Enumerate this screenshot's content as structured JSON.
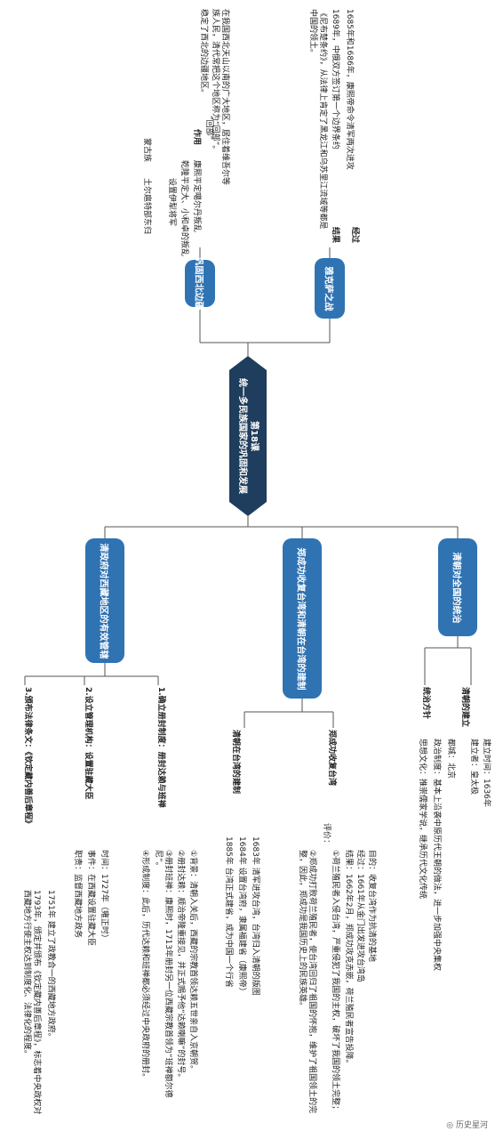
{
  "central": {
    "line1": "第18课",
    "line2": "统一多民族国家的巩固和发展"
  },
  "branches": {
    "b1": "清朝对全国的统治",
    "b2": "郑成功收复台湾和清朝在台湾的建制",
    "b3": "清政府对西藏地区的有效管辖",
    "b4": "雅克萨之战",
    "b5": "巩固西北边疆"
  },
  "b1": {
    "sub1": "清朝的建立",
    "sub2": "统治方针",
    "items": [
      "建立时间：1636年",
      "建立者：皇太极",
      "都城：北京",
      "政治制度：基本上沿袭中原历代王朝的做法，进一步加强中央集权",
      "思想文化：推崇儒家学说，继承历代文化传统"
    ]
  },
  "b2": {
    "sub1": "郑成功收复台湾",
    "sub2": "清朝在台湾的建制",
    "items": [
      "目的：收复台湾作为抗清的基地",
      "经过：1661年从金门出发进攻台湾岛",
      "结果：1662年2月，郑成功攻克赤嵌，荷兰殖民者宣告投降。",
      "评价：",
      "①荷兰殖民者入侵台湾，严重侵犯了我国的主权，破坏了我国的领土完整；",
      "②郑成功打败荷兰殖民者，使台湾回归了祖国的怀抱，维护了祖国领土的完整，因此，郑成功是我国历史上的民族英雄。",
      "1683年   清军进攻台湾，台湾归入清朝的版图",
      "1684年   设置台湾府，隶属福建省（康熙帝）",
      "1885年   台湾正式建省，成为中国一个行省"
    ]
  },
  "b3": {
    "sub1": "1.确立册封制度：册封达赖与班禅",
    "sub2": "2.设立管理机构：设置驻藏大臣",
    "sub3": "3.颁布法律条文：《钦定藏内善后章程》",
    "items": [
      "①背景：清朝入关后，西藏的宗教首领达赖五世亲自入京朝贺。",
      "②册封达赖：顺治帝隆重接见，并正式赐予他“达赖喇嘛”的封号。",
      "③册封班禅：康熙时，1713年册封另一位西藏宗教首领为“班禅额尔德尼”。",
      "④形成制度：此后，历代达赖和班禅都必须经过中央政府的册封。",
      "时间：1727年（雍正时）",
      "事件：在西藏设置驻藏大臣",
      "职责：监督西藏地方政务",
      "1751年   建立了政教合一的西藏地方政府。",
      "1793年，颁定并颁布《钦定藏内善后章程》，标志着中央政权对西藏地方行使主权达到制度化、法律化的程度。"
    ]
  },
  "b4": {
    "items": [
      "1685年和1686年，康熙帝命令清军两次进攻",
      "1689年，中俄双方签订第一个边界条约",
      "《尼布楚条约》，从法律上肯定了黑龙江和乌苏里江流域等都是中国的领土。",
      "经过",
      "结果"
    ]
  },
  "b5": {
    "items": [
      "在我国西北天山以南的广大地区，居住着维吾尔等族人民，清代常把这个地区称为“回部”。",
      "“回部”",
      "康熙平定噶尔丹叛乱",
      "乾隆平定大、小和卓的叛乱",
      "设置伊犁将军",
      "蒙古族",
      "土尔扈特部东归",
      "作用",
      "稳定了西北的边疆地区。"
    ]
  },
  "watermark": "历史星河"
}
